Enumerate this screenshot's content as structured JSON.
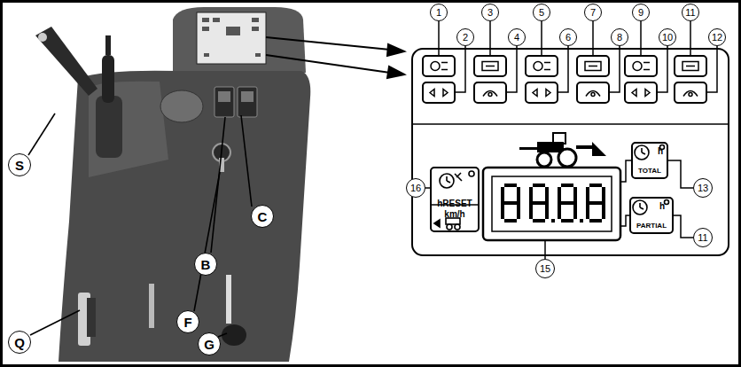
{
  "diagram": {
    "nodes": [
      {
        "text": [
          "hRESET",
          "km/h"
        ]
      },
      {
        "text": [
          "h",
          "TOTAL"
        ]
      },
      {
        "text": [
          "h",
          "PARTIAL"
        ]
      }
    ],
    "labels": [
      "1",
      "2",
      "3",
      "4",
      "5",
      "6",
      "7",
      "8",
      "9",
      "10",
      "11",
      "12",
      "13",
      "16",
      "15",
      "11",
      "S",
      "C",
      "B",
      "F",
      "G",
      "Q"
    ]
  }
}
